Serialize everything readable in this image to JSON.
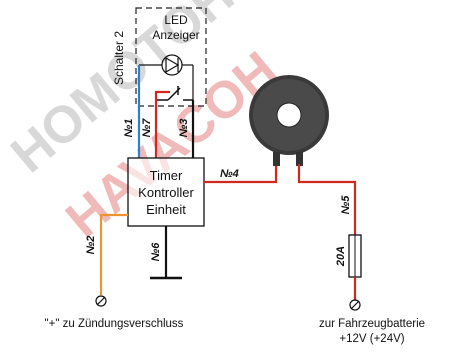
{
  "watermark": {
    "lines": [
      "HOMOTOHTEH",
      "HAVACOH"
    ],
    "color_gray": "#c9c9c9",
    "color_red": "#e88e8e"
  },
  "led_box": {
    "line1": "LED",
    "line2": "Anzeiger"
  },
  "switch_label": "Schalter 2",
  "timer_box": {
    "line1": "Timer",
    "line2": "Kontroller",
    "line3": "Einheit"
  },
  "wires": {
    "w1": "№1",
    "w7": "№7",
    "w3": "№3",
    "w4": "№4",
    "w2": "№2",
    "w6": "№6",
    "w5": "№5"
  },
  "fuse_label": "20A",
  "terminals": {
    "left": "\"+\" zu Zündungsverschluss",
    "right_line1": "zur Fahrzeugbatterie",
    "right_line2": "+12V (+24V)"
  },
  "colors": {
    "blue_wire": "#2a7fd0",
    "red_wire": "#d0281e",
    "orange_wire": "#f0922e",
    "black_wire": "#111111",
    "buzzer_dark": "#333333"
  }
}
